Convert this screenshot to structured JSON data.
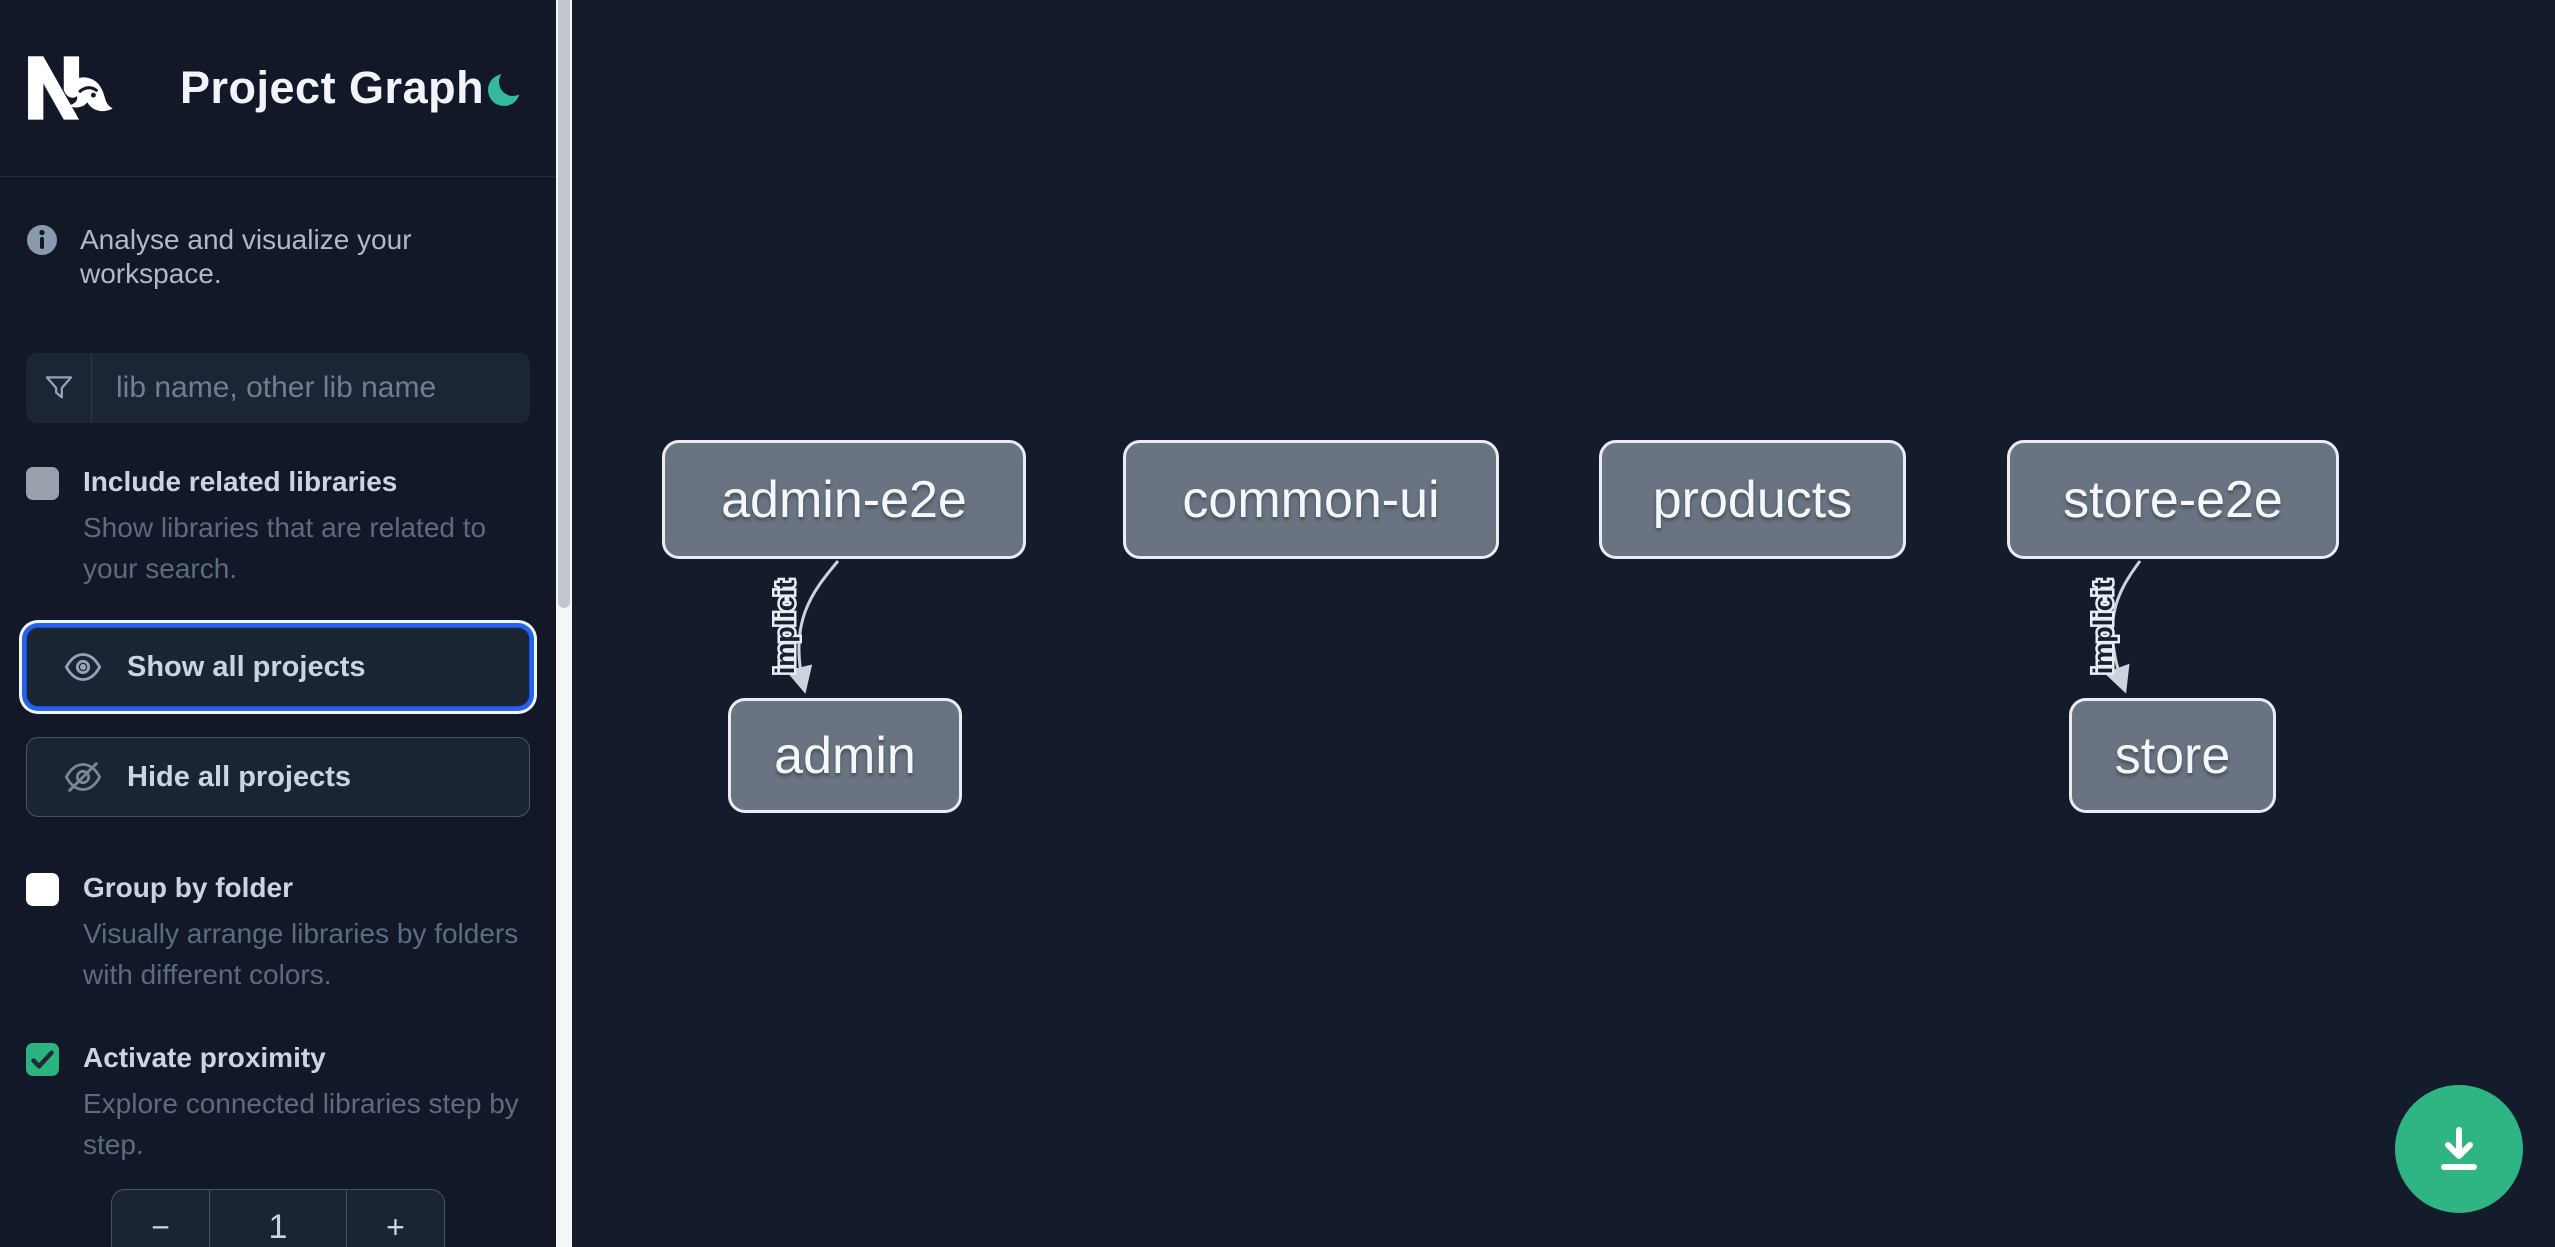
{
  "header": {
    "title": "Project Graph",
    "logo_name": "nx-logo",
    "theme_toggle_icon": "moon-icon"
  },
  "sidebar": {
    "tagline": "Analyse and visualize your workspace.",
    "search": {
      "placeholder": "lib name, other lib name",
      "icon": "funnel-icon",
      "value": ""
    },
    "include_related": {
      "label": "Include related libraries",
      "description": "Show libraries that are related to your search.",
      "checked": false,
      "enabled": false
    },
    "show_all_button": {
      "label": "Show all projects",
      "icon": "eye-icon",
      "focused": true
    },
    "hide_all_button": {
      "label": "Hide all projects",
      "icon": "eye-off-icon",
      "focused": false
    },
    "group_by_folder": {
      "label": "Group by folder",
      "description": "Visually arrange libraries by folders with different colors.",
      "checked": false
    },
    "activate_proximity": {
      "label": "Activate proximity",
      "description": "Explore connected libraries step by step.",
      "checked": true
    },
    "proximity_stepper": {
      "decrement": "−",
      "value": "1",
      "increment": "+"
    }
  },
  "graph": {
    "nodes": [
      {
        "id": "admin-e2e",
        "label": "admin-e2e"
      },
      {
        "id": "common-ui",
        "label": "common-ui"
      },
      {
        "id": "products",
        "label": "products"
      },
      {
        "id": "store-e2e",
        "label": "store-e2e"
      },
      {
        "id": "admin",
        "label": "admin"
      },
      {
        "id": "store",
        "label": "store"
      }
    ],
    "edges": [
      {
        "source": "admin-e2e",
        "target": "admin",
        "type": "implicit",
        "label": "implicit"
      },
      {
        "source": "store-e2e",
        "target": "store",
        "type": "implicit",
        "label": "implicit"
      }
    ]
  },
  "fab": {
    "icon": "download-icon"
  },
  "colors": {
    "background": "#141b2b",
    "sidebar_background": "#121827",
    "accent_green": "#2fb583",
    "moon_green": "#34b9a0",
    "checkbox_green": "#2cb480",
    "focus_blue": "#2563eb",
    "node_fill": "#6a7381",
    "node_border": "#e9edf2",
    "edge_color": "#ccd3dc"
  }
}
